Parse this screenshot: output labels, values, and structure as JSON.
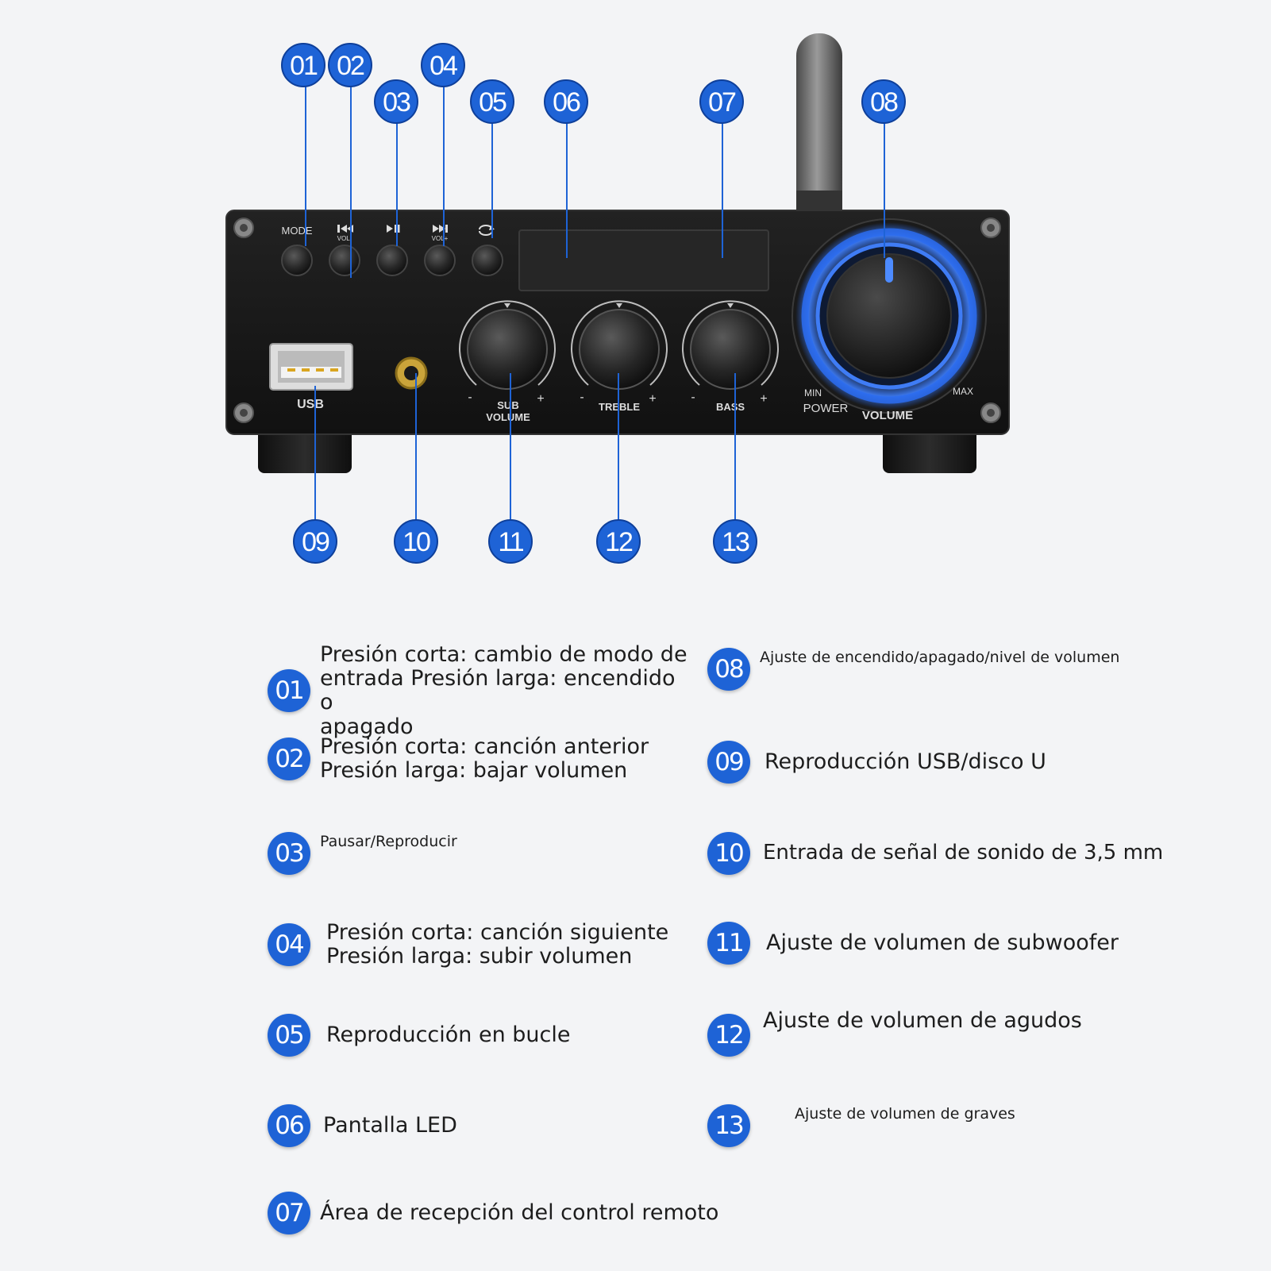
{
  "panel": {
    "labels": {
      "mode": "MODE",
      "vol_minus": "VOL-",
      "vol_plus": "VOL+",
      "usb": "USB",
      "sub": "SUB",
      "sub_volume": "VOLUME",
      "treble": "TREBLE",
      "bass": "BASS",
      "min": "MIN",
      "max": "MAX",
      "power": "POWER",
      "volume": "VOLUME",
      "minus": "-",
      "plus": "+"
    }
  },
  "callouts": {
    "top": [
      "01",
      "02",
      "03",
      "04",
      "05",
      "06",
      "07",
      "08"
    ],
    "bottom": [
      "09",
      "10",
      "11",
      "12",
      "13"
    ]
  },
  "legend": [
    {
      "num": "01",
      "text": "Presión corta: cambio de modo de\nentrada Presión larga: encendido o\napagado"
    },
    {
      "num": "02",
      "text": "Presión corta: canción anterior\nPresión larga: bajar volumen"
    },
    {
      "num": "03",
      "text": "Pausar/Reproducir"
    },
    {
      "num": "04",
      "text": "Presión corta: canción siguiente\nPresión larga: subir volumen"
    },
    {
      "num": "05",
      "text": "Reproducción en bucle"
    },
    {
      "num": "06",
      "text": "Pantalla LED"
    },
    {
      "num": "07",
      "text": "Área de recepción del control remoto"
    },
    {
      "num": "08",
      "text": "Ajuste de encendido/apagado/nivel de volumen"
    },
    {
      "num": "09",
      "text": "Reproducción USB/disco U"
    },
    {
      "num": "10",
      "text": "Entrada de señal de sonido de 3,5 mm"
    },
    {
      "num": "11",
      "text": "Ajuste de volumen de subwoofer"
    },
    {
      "num": "12",
      "text": "Ajuste de volumen de agudos"
    },
    {
      "num": "13",
      "text": "Ajuste de volumen de graves"
    }
  ],
  "colors": {
    "badge": "#1e63d6",
    "panel": "#161616",
    "volume_ring": "#2b6cf0"
  },
  "icons": [
    "prev-icon",
    "play-pause-icon",
    "next-icon",
    "loop-icon",
    "antenna-icon"
  ]
}
